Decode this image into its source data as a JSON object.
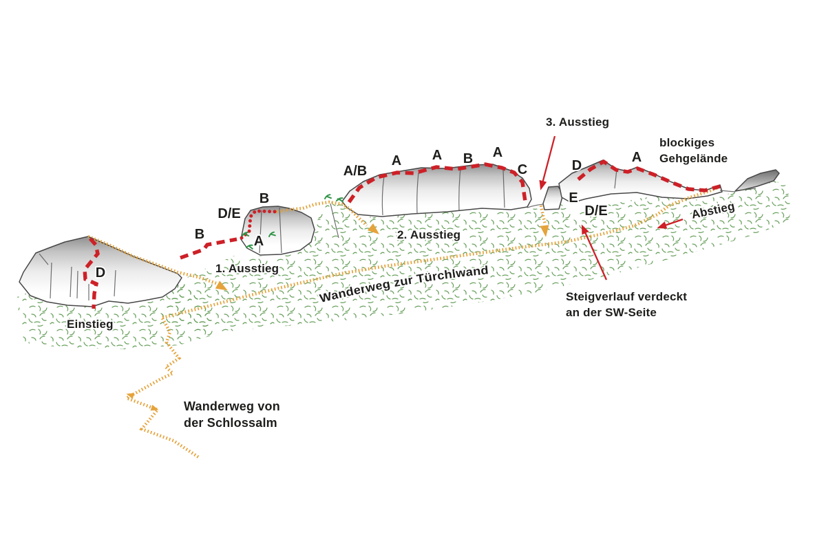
{
  "diagram": {
    "type": "klettersteig-topo",
    "labels": {
      "einstieg": "Einstieg",
      "ausstieg_1": "1. Ausstieg",
      "ausstieg_2": "2. Ausstieg",
      "ausstieg_3": "3. Ausstieg",
      "abstieg": "Abstieg",
      "tuerchlwand": "Wanderweg zur Türchlwand",
      "blockiges": {
        "line1": "blockiges",
        "line2": "Gehgelände"
      },
      "steigverlauf": {
        "line1": "Steigverlauf verdeckt",
        "line2": "an der SW-Seite"
      },
      "schlossalm": {
        "line1": "Wanderweg von",
        "line2": "der Schlossalm"
      }
    },
    "grades": [
      {
        "id": "left-tower",
        "label": "D"
      },
      {
        "id": "ridge-step-1",
        "label": "B"
      },
      {
        "id": "ridge-step-2",
        "label": "D/E"
      },
      {
        "id": "ridge-step-3",
        "label": "B"
      },
      {
        "id": "ridge-step-4",
        "label": "A"
      },
      {
        "id": "main-wall-1",
        "label": "A/B"
      },
      {
        "id": "main-wall-2",
        "label": "A"
      },
      {
        "id": "main-wall-3",
        "label": "A"
      },
      {
        "id": "main-wall-4",
        "label": "B"
      },
      {
        "id": "main-wall-5",
        "label": "A"
      },
      {
        "id": "main-wall-6",
        "label": "C"
      },
      {
        "id": "summit-1",
        "label": "D"
      },
      {
        "id": "summit-2",
        "label": "E"
      },
      {
        "id": "summit-3",
        "label": "A"
      },
      {
        "id": "summit-4",
        "label": "D/E"
      }
    ],
    "colors": {
      "route_red": "#cd2027",
      "trail_orange": "#e5a33b",
      "vegetation_green": "#5f9a52",
      "tuft_green": "#2f9447",
      "rock_gray": "#c9c9c9",
      "outline_gray": "#474747",
      "text_black": "#1d1d1b"
    }
  }
}
